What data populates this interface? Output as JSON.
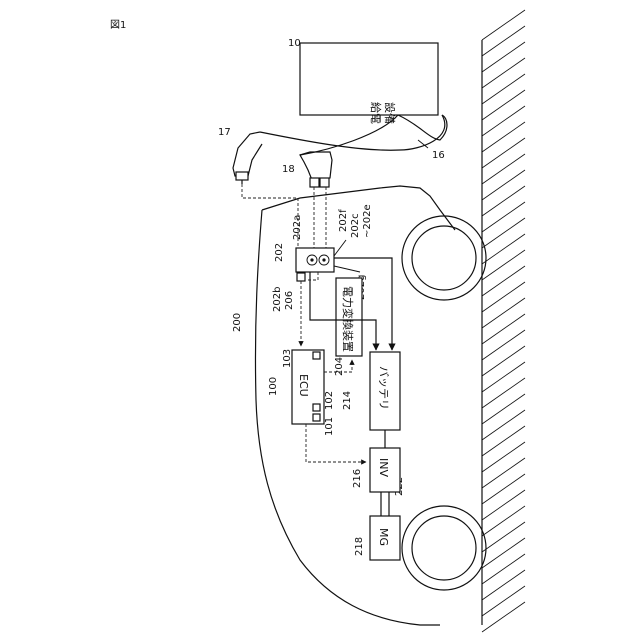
{
  "figure_title": "図1",
  "labels": {
    "n10": "10",
    "n16": "16",
    "n17": "17",
    "n18": "18",
    "n100": "100",
    "n101": "101",
    "n102": "102",
    "n103": "103",
    "n200": "200",
    "n202": "202",
    "n202a": "202a",
    "n202b": "202b",
    "n202c": "202c",
    "n202e": "~202e",
    "n202f": "202f",
    "n202g": "202g",
    "n204": "204",
    "n206": "206",
    "n214": "214",
    "n216": "216",
    "n218": "218",
    "n222": "222"
  },
  "blocks": {
    "supply_line1": "給電",
    "supply_line2": "設備",
    "ecu": "ECU",
    "converter": "電力変換装置",
    "battery": "バッテリ",
    "inv": "INV",
    "mg": "MG"
  }
}
